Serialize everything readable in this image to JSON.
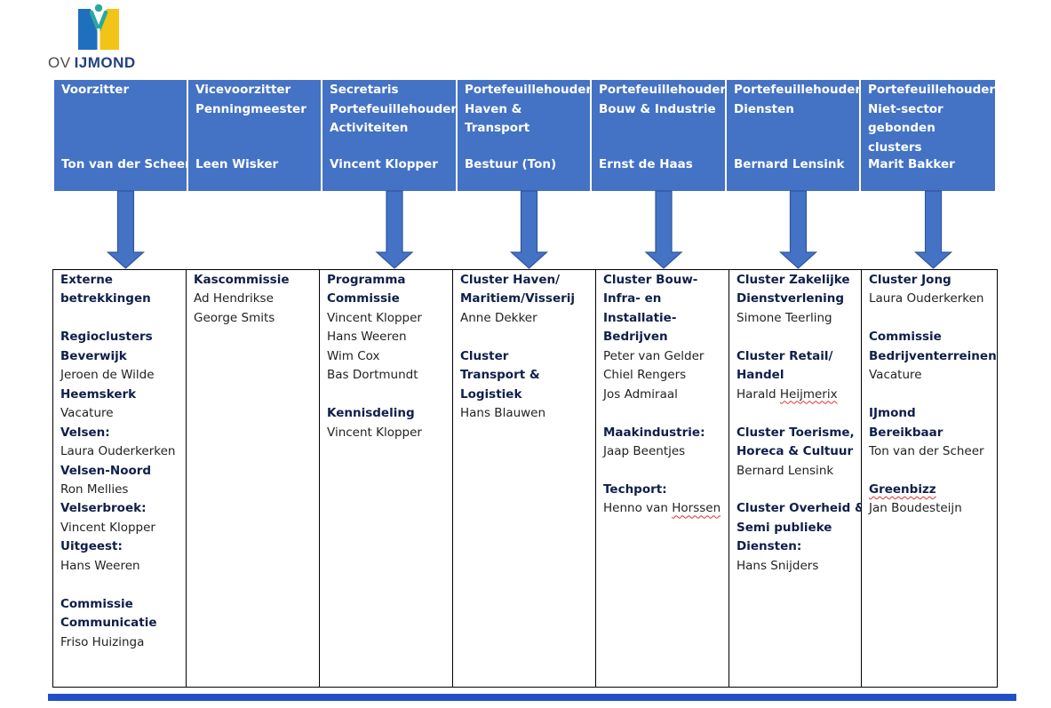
{
  "logo": {
    "prefix": "OV",
    "brand": "IJMOND",
    "colors": {
      "blue": "#1f6fbf",
      "yellow": "#f2c417",
      "person": "#2ba89e"
    }
  },
  "header": {
    "fill_color": "#4472c4",
    "columns": [
      {
        "role": "Voorzitter",
        "person": "Ton van der Scheer"
      },
      {
        "role": "Vicevoorzitter\nPenningmeester",
        "person": "Leen Wisker"
      },
      {
        "role": "Secretaris\nPortefeuillehouder\nActiviteiten",
        "person": "Vincent Klopper"
      },
      {
        "role": "Portefeuillehouder\nHaven & Transport",
        "person": "Bestuur (Ton)"
      },
      {
        "role": "Portefeuillehouder\nBouw & Industrie",
        "person": "Ernst de Haas"
      },
      {
        "role": "Portefeuillehouder\nDiensten",
        "person": "Bernard Lensink"
      },
      {
        "role": "Portefeuillehouder\nNiet-sector\ngebonden clusters",
        "person": "Marit Bakker"
      }
    ]
  },
  "arrows": {
    "color": "#4472c4",
    "stroke": "#2f55a0",
    "from_columns": [
      0,
      2,
      3,
      4,
      5,
      6
    ]
  },
  "details": {
    "columns": [
      {
        "lines": [
          {
            "t": "Externe",
            "b": true
          },
          {
            "t": "betrekkingen",
            "b": true
          },
          {
            "t": ""
          },
          {
            "t": "Regioclusters",
            "b": true
          },
          {
            "t": "Beverwijk",
            "b": true
          },
          {
            "t": "Jeroen de Wilde"
          },
          {
            "t": "Heemskerk",
            "b": true
          },
          {
            "t": "Vacature"
          },
          {
            "t": "Velsen:",
            "b": true
          },
          {
            "t": "Laura Ouderkerken"
          },
          {
            "t": "Velsen-Noord",
            "b": true
          },
          {
            "t": "Ron Mellies"
          },
          {
            "t": "Velserbroek:",
            "b": true
          },
          {
            "t": "Vincent Klopper"
          },
          {
            "t": "Uitgeest:",
            "b": true
          },
          {
            "t": "Hans Weeren"
          },
          {
            "t": ""
          },
          {
            "t": "Commissie",
            "b": true
          },
          {
            "t": "Communicatie",
            "b": true
          },
          {
            "t": "Friso Huizinga"
          }
        ]
      },
      {
        "lines": [
          {
            "t": "Kascommissie",
            "b": true
          },
          {
            "t": "Ad Hendrikse"
          },
          {
            "t": "George Smits"
          }
        ]
      },
      {
        "lines": [
          {
            "t": "Programma",
            "b": true
          },
          {
            "t": "Commissie",
            "b": true
          },
          {
            "t": "Vincent Klopper"
          },
          {
            "t": "Hans Weeren"
          },
          {
            "t": "Wim Cox"
          },
          {
            "t": "Bas Dortmundt"
          },
          {
            "t": ""
          },
          {
            "t": "Kennisdeling",
            "b": true
          },
          {
            "t": "Vincent Klopper"
          }
        ]
      },
      {
        "lines": [
          {
            "t": "Cluster Haven/",
            "b": true
          },
          {
            "t": "Maritiem/Visserij",
            "b": true
          },
          {
            "t": "Anne Dekker"
          },
          {
            "t": ""
          },
          {
            "t": "Cluster",
            "b": true
          },
          {
            "t": "Transport &",
            "b": true
          },
          {
            "t": "Logistiek",
            "b": true
          },
          {
            "t": "Hans Blauwen"
          }
        ]
      },
      {
        "lines": [
          {
            "t": "Cluster Bouw-",
            "b": true
          },
          {
            "t": "Infra- en",
            "b": true
          },
          {
            "t": "Installatie-",
            "b": true
          },
          {
            "t": "Bedrijven",
            "b": true
          },
          {
            "t": "Peter van Gelder"
          },
          {
            "t": "Chiel Rengers"
          },
          {
            "t": "Jos Admiraal"
          },
          {
            "t": ""
          },
          {
            "t": "Maakindustrie:",
            "b": true
          },
          {
            "t": "Jaap Beentjes"
          },
          {
            "t": ""
          },
          {
            "t": "Techport:",
            "b": true
          },
          {
            "t": "Henno van Horssen",
            "sq": "Horssen"
          }
        ]
      },
      {
        "lines": [
          {
            "t": "Cluster Zakelijke",
            "b": true
          },
          {
            "t": "Dienstverlening",
            "b": true
          },
          {
            "t": "Simone Teerling"
          },
          {
            "t": ""
          },
          {
            "t": "Cluster Retail/",
            "b": true
          },
          {
            "t": "Handel",
            "b": true
          },
          {
            "t": "Harald Heijmerix",
            "sq": "Heijmerix"
          },
          {
            "t": ""
          },
          {
            "t": "Cluster Toerisme,",
            "b": true
          },
          {
            "t": "Horeca & Cultuur",
            "b": true
          },
          {
            "t": "Bernard Lensink"
          },
          {
            "t": ""
          },
          {
            "t": "Cluster Overheid &",
            "b": true
          },
          {
            "t": "Semi publieke",
            "b": true
          },
          {
            "t": "Diensten:",
            "b": true
          },
          {
            "t": "Hans Snijders"
          }
        ]
      },
      {
        "lines": [
          {
            "t": "Cluster Jong",
            "b": true
          },
          {
            "t": "Laura Ouderkerken"
          },
          {
            "t": ""
          },
          {
            "t": "Commissie",
            "b": true
          },
          {
            "t": "Bedrijventerreinen",
            "b": true
          },
          {
            "t": "Vacature"
          },
          {
            "t": ""
          },
          {
            "t": "IJmond",
            "b": true
          },
          {
            "t": "Bereikbaar",
            "b": true
          },
          {
            "t": "Ton van der Scheer"
          },
          {
            "t": ""
          },
          {
            "t": "Greenbizz",
            "b": true,
            "sq": "Greenbizz"
          },
          {
            "t": "Jan Boudesteijn"
          }
        ]
      }
    ]
  },
  "footer": {
    "bar_color": "#1f4fc8"
  }
}
